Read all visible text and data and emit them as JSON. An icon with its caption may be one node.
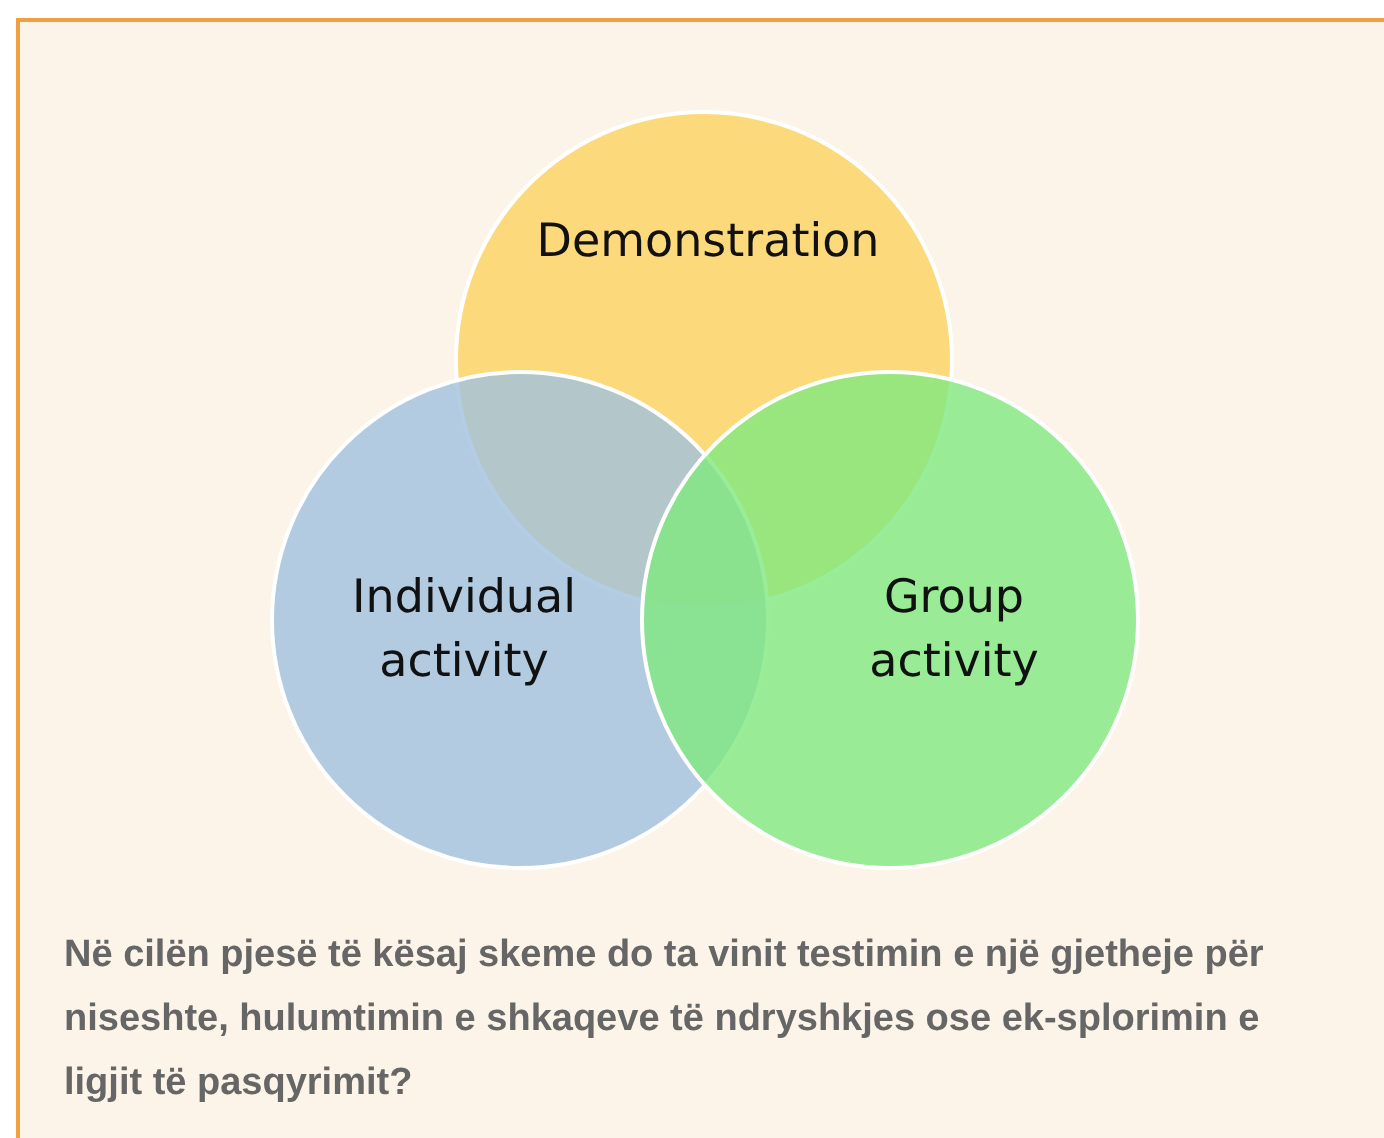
{
  "diagram": {
    "nodes": [
      {
        "text": [
          "Demonstration"
        ]
      },
      {
        "text": [
          "Individual activity"
        ]
      },
      {
        "text": [
          "Group activity"
        ]
      }
    ],
    "labels": [
      "Në cilën pjesë të kësaj skeme do ta vinit testimin e një gjetheje për niseshte, hulumtimin e shkaqeve të ndryshkjes ose ek-splorimin e ligjit të pasqyrimit?"
    ]
  }
}
